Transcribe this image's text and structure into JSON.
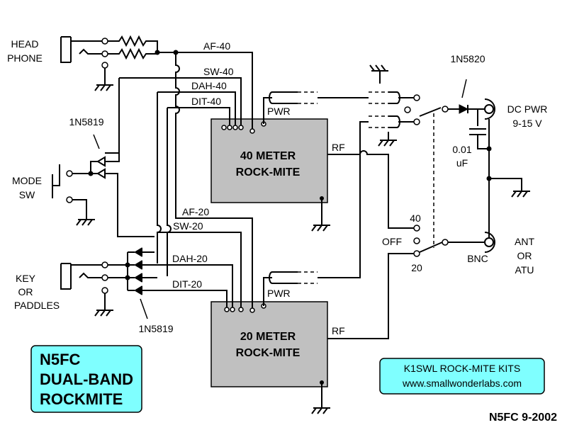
{
  "colors": {
    "module_fill": "#c0c0c0",
    "label_box_fill": "#7fffff",
    "background": "#ffffff",
    "wire": "#000000"
  },
  "labels": {
    "head1": "HEAD",
    "head2": "PHONE",
    "mode1": "MODE",
    "mode2": "SW",
    "key1": "KEY",
    "key2": "OR",
    "key3": "PADDLES",
    "diode_mode": "1N5819",
    "diode_key": "1N5819",
    "diode_pwr": "1N5820",
    "af40": "AF-40",
    "sw40": "SW-40",
    "dah40": "DAH-40",
    "dit40": "DIT-40",
    "af20": "AF-20",
    "sw20": "SW-20",
    "dah20": "DAH-20",
    "dit20": "DIT-20",
    "pwr_a": "PWR",
    "pwr_b": "PWR",
    "rf_a": "RF",
    "rf_b": "RF",
    "dcpwr1": "DC PWR",
    "dcpwr2": "9-15 V",
    "cap1": "0.01",
    "cap2": "uF",
    "sw_40": "40",
    "sw_off": "OFF",
    "sw_20": "20",
    "bnc": "BNC",
    "ant1": "ANT",
    "ant2": "OR",
    "ant3": "ATU"
  },
  "modules": {
    "m40_line1": "40 METER",
    "m40_line2": "ROCK-MITE",
    "m20_line1": "20 METER",
    "m20_line2": "ROCK-MITE"
  },
  "title_box": {
    "line1": "N5FC",
    "line2": "DUAL-BAND",
    "line3": "ROCKMITE"
  },
  "kits_box": {
    "line1": "K1SWL ROCK-MITE KITS",
    "line2": "www.smallwonderlabs.com"
  },
  "footer": "N5FC  9-2002"
}
